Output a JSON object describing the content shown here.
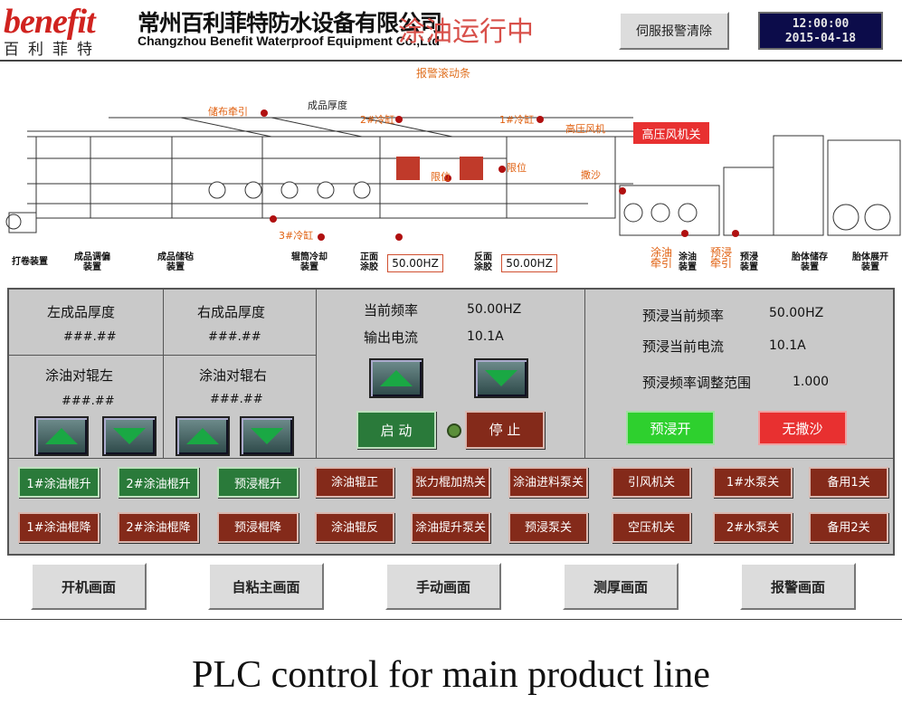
{
  "brand": {
    "logo_en": "benefit",
    "logo_cn": "百利菲特",
    "company_cn": "常州百利菲特防水设备有限公司",
    "company_en": "Changzhou Benefit Waterproof Equipment Co.,Ltd"
  },
  "status_text": "涂油运行中",
  "servo_alarm_clear": "伺服报警清除",
  "clock": {
    "time": "12:00:00",
    "date": "2015-04-18"
  },
  "ticker": "报警滚动条",
  "machine": {
    "labels": {
      "storage_pull": "储布牵引",
      "thickness": "成品厚度",
      "cyl2": "2#冷缸",
      "cyl1": "1#冷缸",
      "hp_fan": "高压风机",
      "sand": "撒沙",
      "limit1": "限位",
      "limit2": "限位",
      "cyl3": "3#冷缸",
      "winder": "打卷装置",
      "adjust": "成品调偏装置",
      "store": "成品储毡装置",
      "cool": "辊筒冷却装置",
      "front": "正面涂胶",
      "back": "反面涂胶",
      "oil_pull": "涂油牵引",
      "oil_dev": "涂油装置",
      "pre_pull": "预浸牵引",
      "pre_dev": "预浸装置",
      "blank_store": "胎体储存装置",
      "blank_unwind": "胎体展开装置"
    },
    "front_freq": "50.00HZ",
    "back_freq": "50.00HZ",
    "hp_fan_off": "高压风机关"
  },
  "panel": {
    "left_thick_label": "左成品厚度",
    "left_thick_val": "###.##",
    "right_thick_label": "右成品厚度",
    "right_thick_val": "###.##",
    "roll_left_label": "涂油对辊左",
    "roll_left_val": "###.##",
    "roll_right_label": "涂油对辊右",
    "roll_right_val": "###.##",
    "cur_freq_label": "当前频率",
    "cur_freq_val": "50.00HZ",
    "out_current_label": "输出电流",
    "out_current_val": "10.1A",
    "start": "启 动",
    "stop": "停 止",
    "pre_freq_label": "预浸当前频率",
    "pre_freq_val": "50.00HZ",
    "pre_cur_label": "预浸当前电流",
    "pre_cur_val": "10.1A",
    "pre_range_label": "预浸频率调整范围",
    "pre_range_val": "1.000",
    "pre_on": "预浸开",
    "no_sand": "无撒沙",
    "row1": [
      "1#涂油棍升",
      "2#涂油棍升",
      "预浸棍升",
      "涂油辊正",
      "张力棍加热关",
      "涂油进料泵关",
      "引风机关",
      "1#水泵关",
      "备用1关"
    ],
    "row2": [
      "1#涂油棍降",
      "2#涂油棍降",
      "预浸棍降",
      "涂油辊反",
      "涂油提升泵关",
      "预浸泵关",
      "空压机关",
      "2#水泵关",
      "备用2关"
    ]
  },
  "nav": [
    "开机画面",
    "自粘主画面",
    "手动画面",
    "测厚画面",
    "报警画面"
  ],
  "caption": "PLC control for main product line"
}
